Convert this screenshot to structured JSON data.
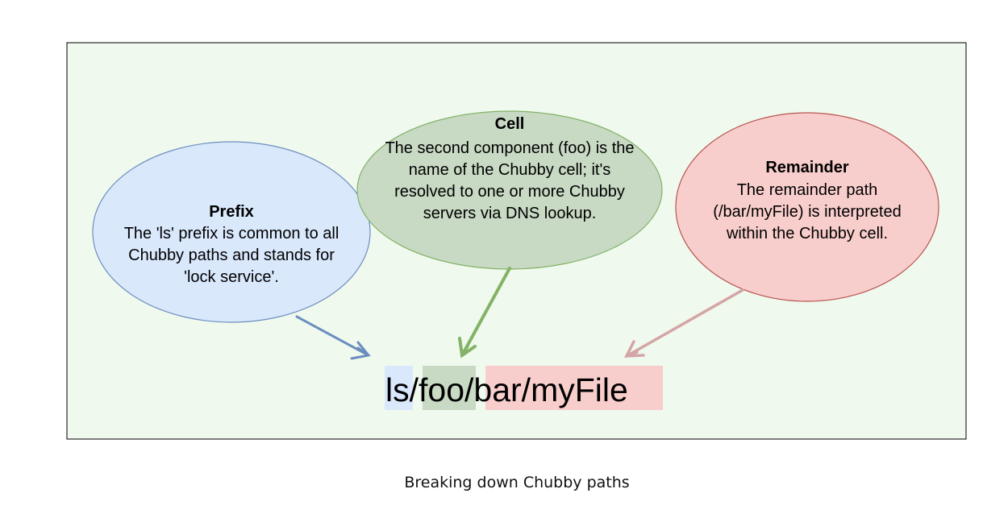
{
  "diagram": {
    "prefix": {
      "title": "Prefix",
      "lines": [
        "The 'ls' prefix is  common to all",
        "Chubby paths and stands for",
        "'lock service'."
      ]
    },
    "cell": {
      "title": "Cell",
      "lines": [
        "The second component (foo) is the",
        "name of the Chubby cell; it's",
        "resolved to one or more Chubby",
        "servers via DNS lookup."
      ]
    },
    "remainder": {
      "title": "Remainder",
      "lines": [
        "The remainder path",
        "(/bar/myFile) is interpreted",
        "within the Chubby cell."
      ]
    },
    "path": {
      "prefix": "ls",
      "sep1": "/",
      "cell": "foo",
      "sep2": "/",
      "remainder": "bar/myFile"
    },
    "colors": {
      "background": "#f0f9ee",
      "prefix_fill": "#dae8fc",
      "prefix_stroke": "#6c8ebf",
      "cell_fill": "#c8d9c4",
      "cell_stroke": "#82b366",
      "remainder_fill": "#f8cecc",
      "remainder_stroke": "#b85450",
      "remainder_arrow": "#d3a5a5"
    }
  },
  "caption": "Breaking down Chubby paths"
}
